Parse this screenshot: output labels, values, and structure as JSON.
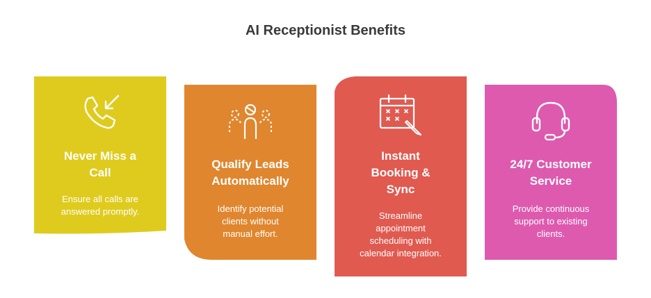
{
  "title": "AI Receptionist Benefits",
  "cards": [
    {
      "icon": "phone-incoming-icon",
      "color": "#dfcb1e",
      "heading_lines": [
        "Never Miss a",
        "Call"
      ],
      "desc_lines": [
        "Ensure all calls are",
        "answered promptly."
      ]
    },
    {
      "icon": "people-leads-icon",
      "color": "#e0862e",
      "heading_lines": [
        "Qualify Leads",
        "Automatically"
      ],
      "desc_lines": [
        "Identify potential",
        "clients without",
        "manual effort."
      ]
    },
    {
      "icon": "calendar-booking-icon",
      "color": "#e05a50",
      "heading_lines": [
        "Instant",
        "Booking &",
        "Sync"
      ],
      "desc_lines": [
        "Streamline",
        "appointment",
        "scheduling with",
        "calendar integration."
      ]
    },
    {
      "icon": "headset-icon",
      "color": "#dd5aaf",
      "heading_lines": [
        "24/7 Customer",
        "Service"
      ],
      "desc_lines": [
        "Provide continuous",
        "support to existing",
        "clients."
      ]
    }
  ]
}
